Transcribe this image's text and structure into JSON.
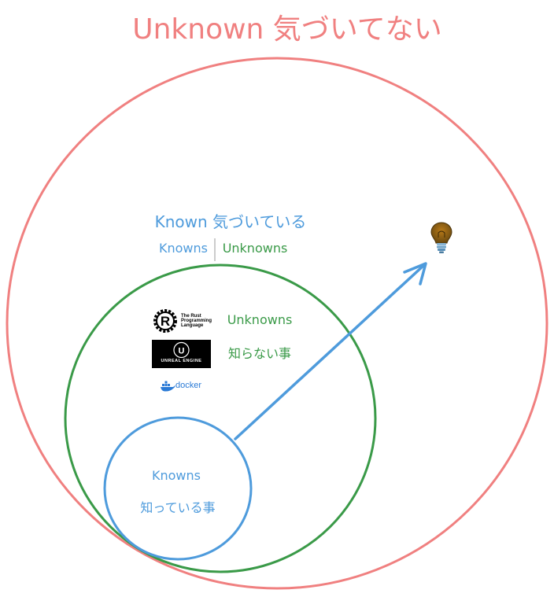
{
  "outer": {
    "title": "Unknown 気づいてない",
    "color": "#f08080"
  },
  "middle": {
    "title": "Known 気づいている",
    "legend": {
      "knowns": "Knowns",
      "unknowns": "Unknowns"
    },
    "color_knowns": "#4e9bdc"
  },
  "green_circle": {
    "label_en": "Unknowns",
    "label_jp": "知らない事",
    "color": "#3a9a48",
    "logos": [
      {
        "name": "rust-logo",
        "text": "The Rust\nProgramming\nLanguage"
      },
      {
        "name": "unreal-logo",
        "text": "UNREAL\nENGINE"
      },
      {
        "name": "docker-logo",
        "text": "docker"
      }
    ]
  },
  "blue_circle": {
    "label_en": "Knowns",
    "label_jp": "知っている事",
    "color": "#4e9bdc"
  },
  "arrow": {
    "color": "#4e9bdc",
    "target_icon": "lightbulb-icon"
  }
}
